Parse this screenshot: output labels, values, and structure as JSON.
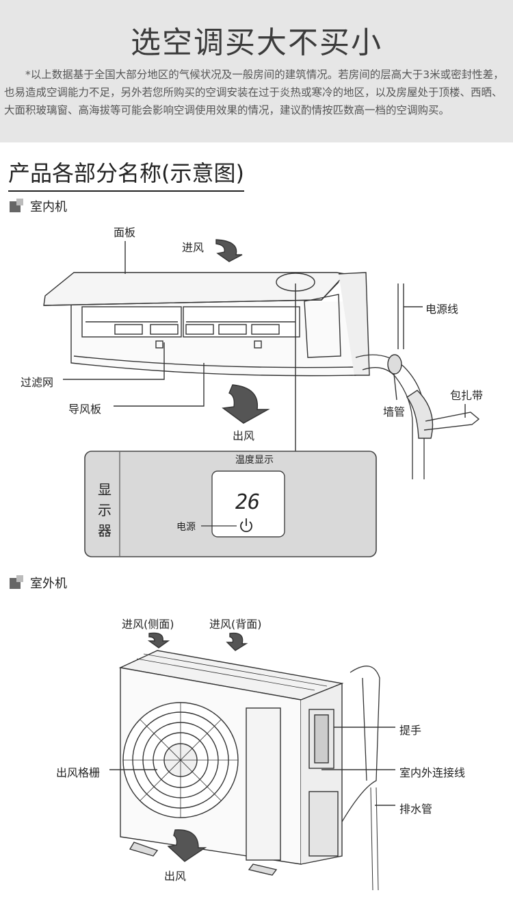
{
  "header": {
    "title": "选空调买大不买小",
    "note": "*以上数据基于全国大部分地区的气候状况及一般房间的建筑情况。若房间的层高大于3米或密封性差，也易造成空调能力不足，另外若您所购买的空调安装在过于炎热或寒冷的地区，以及房屋处于顶楼、西晒、大面积玻璃窗、高海拔等可能会影响空调使用效果的情况，建议酌情按匹数高一档的空调购买。"
  },
  "section": {
    "title": "产品各部分名称(示意图)"
  },
  "indoor": {
    "heading": "室内机",
    "labels": {
      "panel": "面板",
      "air_in": "进风",
      "power_cord": "电源线",
      "filter": "过滤网",
      "deflector": "导风板",
      "wall_pipe": "墙管",
      "wrap_tape": "包扎带",
      "air_out": "出风"
    },
    "display": {
      "title": "显示器",
      "temp_label": "温度显示",
      "temp_value": "26",
      "power_label": "电源"
    }
  },
  "outdoor": {
    "heading": "室外机",
    "labels": {
      "air_in_side": "进风(侧面)",
      "air_in_back": "进风(背面)",
      "handle": "提手",
      "outlet_grille": "出风格栅",
      "connect_wire": "室内外连接线",
      "drain_pipe": "排水管",
      "air_out": "出风"
    }
  }
}
